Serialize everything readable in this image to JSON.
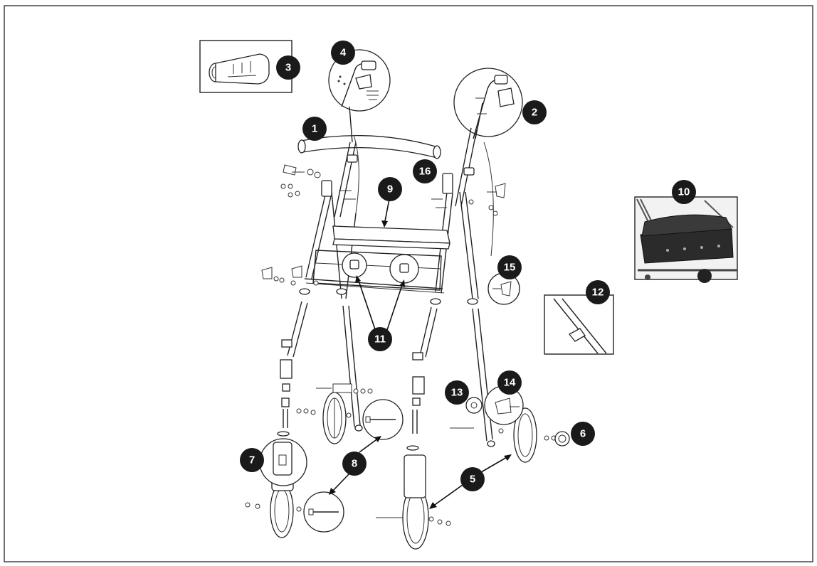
{
  "figure": {
    "callouts": [
      {
        "id": "badge-1",
        "label": "1"
      },
      {
        "id": "badge-2",
        "label": "2"
      },
      {
        "id": "badge-3",
        "label": "3"
      },
      {
        "id": "badge-4",
        "label": "4"
      },
      {
        "id": "badge-5",
        "label": "5"
      },
      {
        "id": "badge-6",
        "label": "6"
      },
      {
        "id": "badge-7",
        "label": "7"
      },
      {
        "id": "badge-8",
        "label": "8"
      },
      {
        "id": "badge-9",
        "label": "9"
      },
      {
        "id": "badge-10",
        "label": "10"
      },
      {
        "id": "badge-11",
        "label": "11"
      },
      {
        "id": "badge-12",
        "label": "12"
      },
      {
        "id": "badge-13",
        "label": "13"
      },
      {
        "id": "badge-14",
        "label": "14"
      },
      {
        "id": "badge-15",
        "label": "15"
      },
      {
        "id": "badge-16",
        "label": "16"
      }
    ],
    "colors": {
      "badge_fill": "#1a1a1a",
      "badge_text": "#ffffff",
      "line": "#222222",
      "border": "#444444",
      "seat_photo": "#2b2b2b"
    }
  }
}
